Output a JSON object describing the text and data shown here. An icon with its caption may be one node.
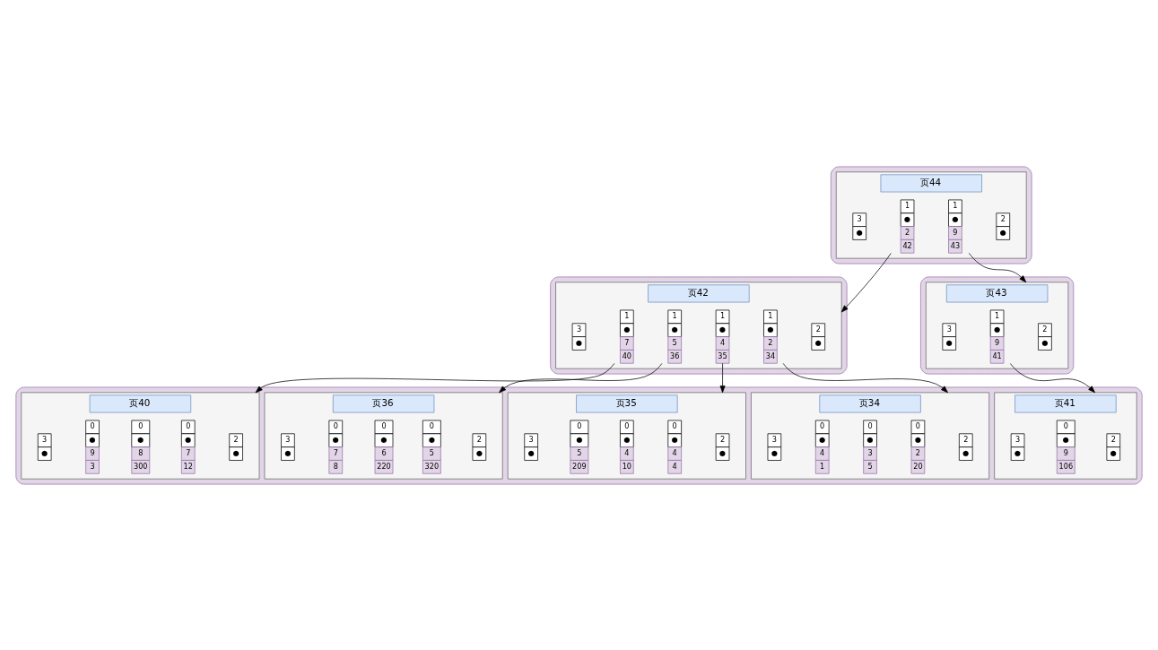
{
  "diagram": {
    "nodes": [
      {
        "text": [],
        "shape": "box"
      },
      {
        "text": [
          "页44"
        ],
        "in": 0
      },
      {
        "text": [
          "2",
          "●"
        ],
        "in": 1
      },
      {
        "text": [
          "1",
          "●",
          "2",
          "42"
        ],
        "in": 1
      },
      {
        "text": [
          "1",
          "●",
          "9",
          "43"
        ],
        "in": 1
      },
      {
        "text": [
          "3",
          "●"
        ],
        "in": 1
      },
      {
        "text": [],
        "shape": "box"
      },
      {
        "text": [
          "页42"
        ],
        "in": 6
      },
      {
        "text": [
          "2",
          "●"
        ],
        "in": 7
      },
      {
        "text": [
          "1",
          "●",
          "2",
          "34"
        ],
        "in": 7
      },
      {
        "text": [
          "1",
          "●",
          "4",
          "35"
        ],
        "in": 7
      },
      {
        "text": [
          "1",
          "●",
          "5",
          "36"
        ],
        "in": 7
      },
      {
        "text": [
          "1",
          "●",
          "7",
          "40"
        ],
        "in": 7
      },
      {
        "text": [
          "3",
          "●"
        ],
        "in": 7
      },
      {
        "text": [],
        "shape": "box"
      },
      {
        "text": [
          "页43"
        ],
        "in": 14
      },
      {
        "text": [
          "2",
          "●"
        ],
        "in": 15
      },
      {
        "text": [
          "1",
          "●",
          "9",
          "41"
        ],
        "in": 15
      },
      {
        "text": [
          "3",
          "●"
        ],
        "in": 15
      },
      {
        "text": [],
        "shape": "box"
      },
      {
        "text": [
          "页34"
        ],
        "in": 19
      },
      {
        "text": [
          "2",
          "●"
        ],
        "in": 20
      },
      {
        "text": [
          "0",
          "●",
          "2",
          "20"
        ],
        "in": 20
      },
      {
        "text": [
          "0",
          "●",
          "3",
          "5"
        ],
        "in": 20
      },
      {
        "text": [
          "0",
          "●",
          "4",
          "1"
        ],
        "in": 20
      },
      {
        "text": [
          "3",
          "●"
        ],
        "in": 20
      },
      {
        "text": [
          "页35"
        ],
        "in": 19
      },
      {
        "text": [
          "2",
          "●"
        ],
        "in": 26
      },
      {
        "text": [
          "0",
          "●",
          "4",
          "4"
        ],
        "in": 26
      },
      {
        "text": [
          "0",
          "●",
          "4",
          "10"
        ],
        "in": 26
      },
      {
        "text": [
          "0",
          "●",
          "5",
          "209"
        ],
        "in": 26
      },
      {
        "text": [
          "3",
          "●"
        ],
        "in": 26
      },
      {
        "text": [
          "页36"
        ],
        "in": 19
      },
      {
        "text": [
          "2",
          "●"
        ],
        "in": 32
      },
      {
        "text": [
          "0",
          "●",
          "5",
          "320"
        ],
        "in": 32
      },
      {
        "text": [
          "0",
          "●",
          "6",
          "220"
        ],
        "in": 32
      },
      {
        "text": [
          "0",
          "●",
          "7",
          "8"
        ],
        "in": 32
      },
      {
        "text": [
          "3",
          "●"
        ],
        "in": 32
      },
      {
        "text": [
          "页40"
        ],
        "in": 19
      },
      {
        "text": [
          "2",
          "●"
        ],
        "in": 38
      },
      {
        "text": [
          "0",
          "●",
          "7",
          "12"
        ],
        "in": 38
      },
      {
        "text": [
          "0",
          "●",
          "8",
          "300"
        ],
        "in": 38
      },
      {
        "text": [
          "0",
          "●",
          "9",
          "3"
        ],
        "in": 38
      },
      {
        "text": [
          "3",
          "●"
        ],
        "in": 38
      },
      {
        "text": [
          "页41"
        ],
        "in": 19
      },
      {
        "text": [
          "2",
          "●"
        ],
        "in": 44
      },
      {
        "text": [
          "0",
          "●",
          "9",
          "106"
        ],
        "in": 44
      },
      {
        "text": [
          "3",
          "●"
        ],
        "in": 44
      }
    ],
    "edges": [
      {
        "from": 3,
        "to": 7,
        "arrow": "to"
      },
      {
        "from": 4,
        "to": 15,
        "arrow": "to"
      },
      {
        "from": 9,
        "to": 20,
        "arrow": "to"
      },
      {
        "from": 10,
        "to": 26,
        "arrow": "to"
      },
      {
        "from": 11,
        "to": 32,
        "arrow": "to"
      },
      {
        "from": 12,
        "to": 38,
        "arrow": "to"
      },
      {
        "from": 17,
        "to": 44,
        "arrow": "to"
      }
    ]
  }
}
